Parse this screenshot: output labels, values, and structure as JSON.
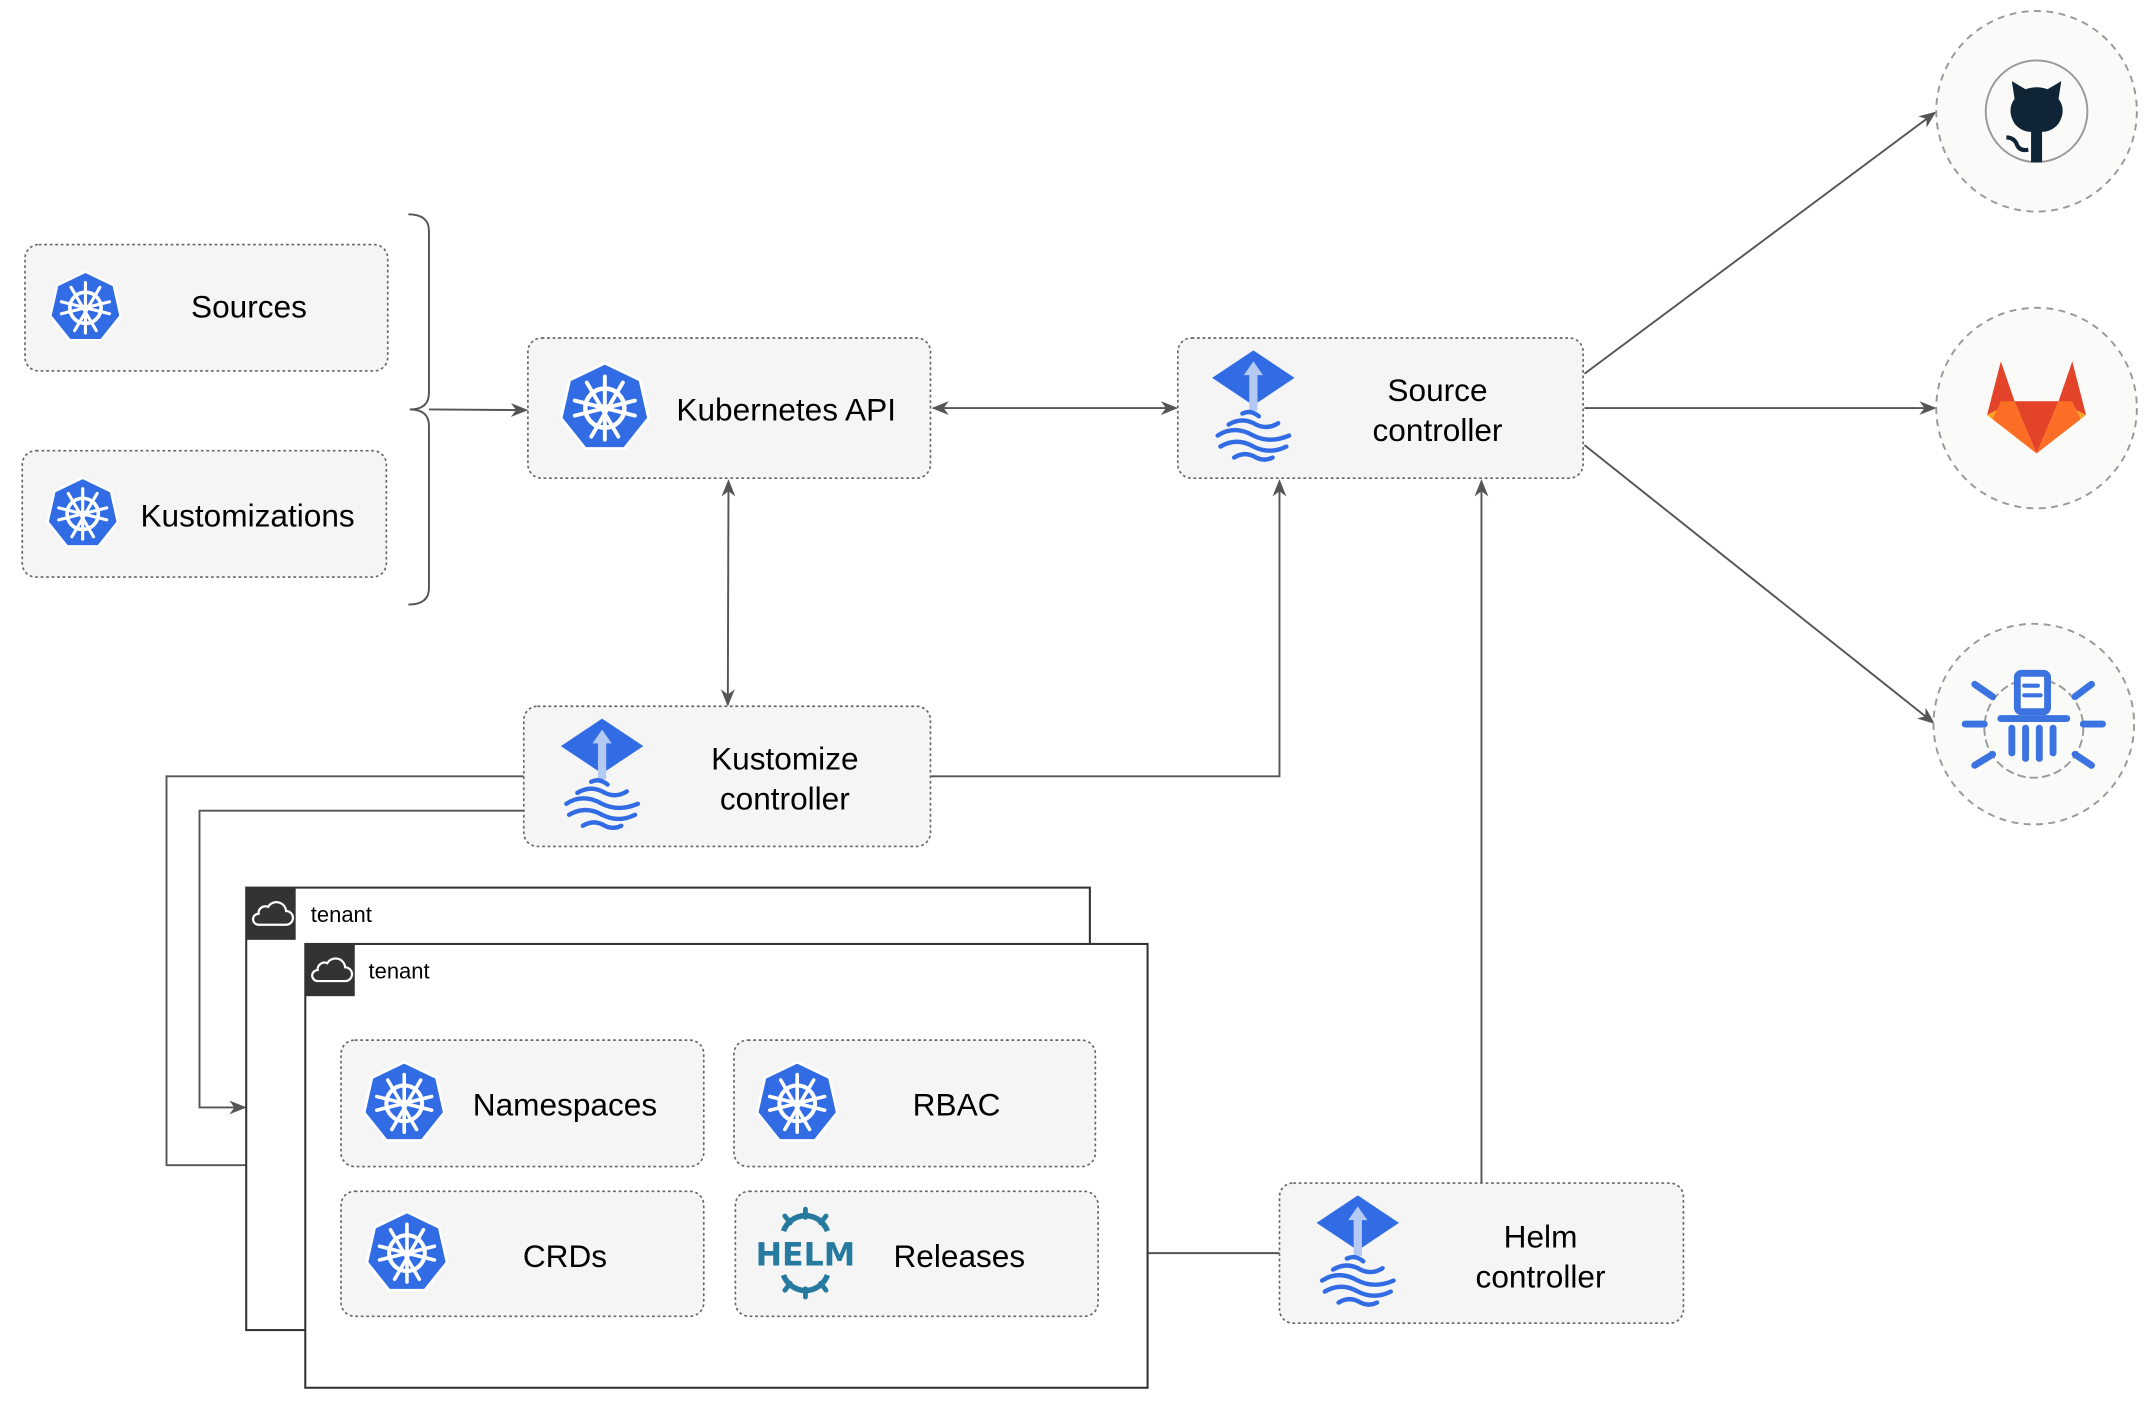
{
  "colors": {
    "kubernetes_blue": "#326ce5",
    "flux_blue": "#326ce5",
    "helm_teal": "#277a9f",
    "github_dark": "#0f2434",
    "gitlab_orange": "#e24329",
    "bucket_blue": "#3b73e0",
    "tenant_header": "#333333"
  },
  "nodes": {
    "sources": {
      "label": "Sources",
      "icon": "kubernetes-icon"
    },
    "kustomizations": {
      "label": "Kustomizations",
      "icon": "kubernetes-icon"
    },
    "kubernetes_api": {
      "label": "Kubernetes API",
      "icon": "kubernetes-icon"
    },
    "source_controller": {
      "line1": "Source",
      "line2": "controller",
      "icon": "flux-icon"
    },
    "kustomize_controller": {
      "line1": "Kustomize",
      "line2": "controller",
      "icon": "flux-icon"
    },
    "helm_controller": {
      "line1": "Helm",
      "line2": "controller",
      "icon": "flux-icon"
    },
    "namespaces": {
      "label": "Namespaces",
      "icon": "kubernetes-icon"
    },
    "rbac": {
      "label": "RBAC",
      "icon": "kubernetes-icon"
    },
    "crds": {
      "label": "CRDs",
      "icon": "kubernetes-icon"
    },
    "releases": {
      "label": "Releases",
      "icon": "helm-icon",
      "icon_text": "HELM"
    }
  },
  "tenants": [
    {
      "label": "tenant",
      "icon": "cloud-icon"
    },
    {
      "label": "tenant",
      "icon": "cloud-icon"
    }
  ],
  "external": [
    {
      "icon": "github-icon"
    },
    {
      "icon": "gitlab-icon"
    },
    {
      "icon": "bucket-icon"
    }
  ]
}
